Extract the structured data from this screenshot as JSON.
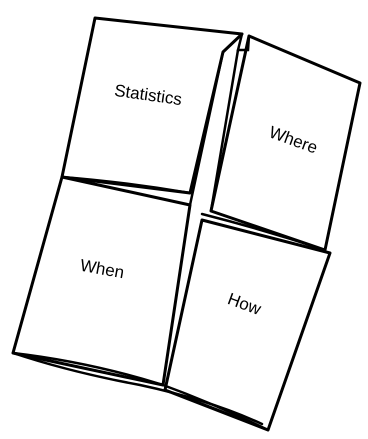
{
  "brochure": {
    "panels": {
      "top_left": "Statistics",
      "top_right": "Where",
      "bottom_left": "When",
      "bottom_right": "How"
    },
    "colors": {
      "stroke": "#000000",
      "background": "#ffffff"
    }
  }
}
